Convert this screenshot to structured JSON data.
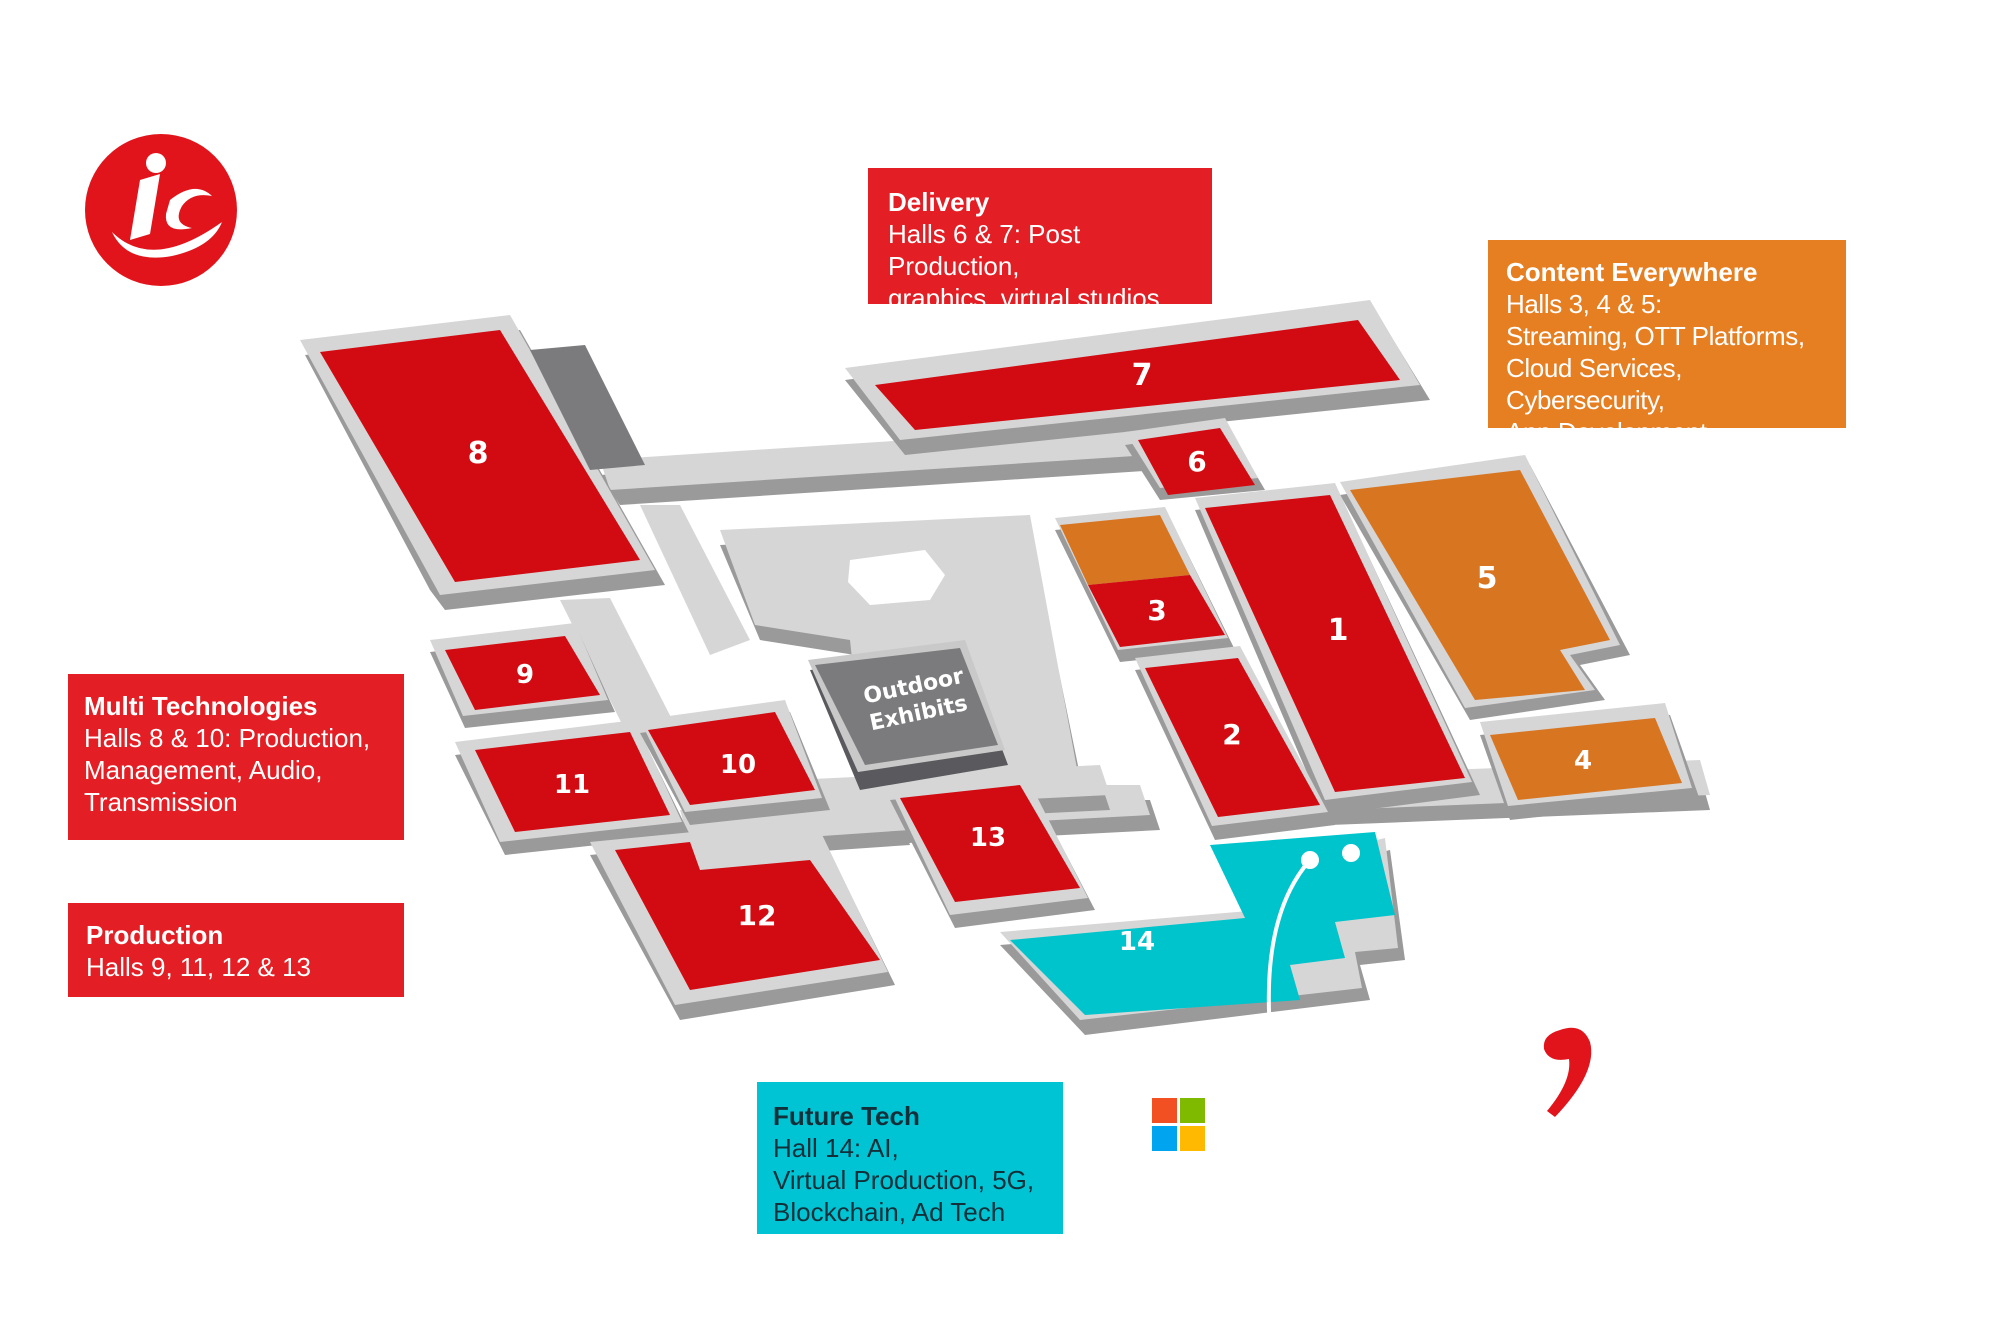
{
  "halls": {
    "h1": "1",
    "h2": "2",
    "h3": "3",
    "h4": "4",
    "h5": "5",
    "h6": "6",
    "h7": "7",
    "h8": "8",
    "h9": "9",
    "h10": "10",
    "h11": "11",
    "h12": "12",
    "h13": "13",
    "h14": "14"
  },
  "outdoor": {
    "line1": "Outdoor",
    "line2": "Exhibits"
  },
  "legend": {
    "delivery": {
      "title": "Delivery",
      "lines": [
        "Halls 6 & 7: Post Production,",
        "graphics, virtual studios"
      ]
    },
    "content": {
      "title": "Content Everywhere",
      "lines": [
        "Halls 3, 4 & 5:",
        "Streaming, OTT Platforms,",
        "Cloud Services, Cybersecurity,",
        "App Development"
      ]
    },
    "multi": {
      "title": "Multi Technologies",
      "lines": [
        "Halls 8 & 10: Production,",
        "Management, Audio,",
        "Transmission"
      ]
    },
    "production": {
      "title": "Production",
      "lines": [
        "Halls 9, 11, 12 & 13"
      ]
    },
    "future": {
      "title": "Future Tech",
      "lines": [
        "Hall 14:  AI,",
        "Virtual Production, 5G,",
        "Blockchain, Ad Tech"
      ]
    }
  },
  "colors": {
    "red": "#d20a11",
    "label_red": "#e31e24",
    "orange": "#e07a20",
    "label_orange": "#e67e22",
    "teal": "#00c4cc",
    "label_teal": "#00c4d4",
    "floor": "#d6d6d6",
    "floor_edge": "#9a9a9a",
    "outdoor_grey": "#7b7b7d"
  },
  "icons": [
    "ibc-logo-icon",
    "windows-logo-icon",
    "red-comma-mark-icon"
  ]
}
